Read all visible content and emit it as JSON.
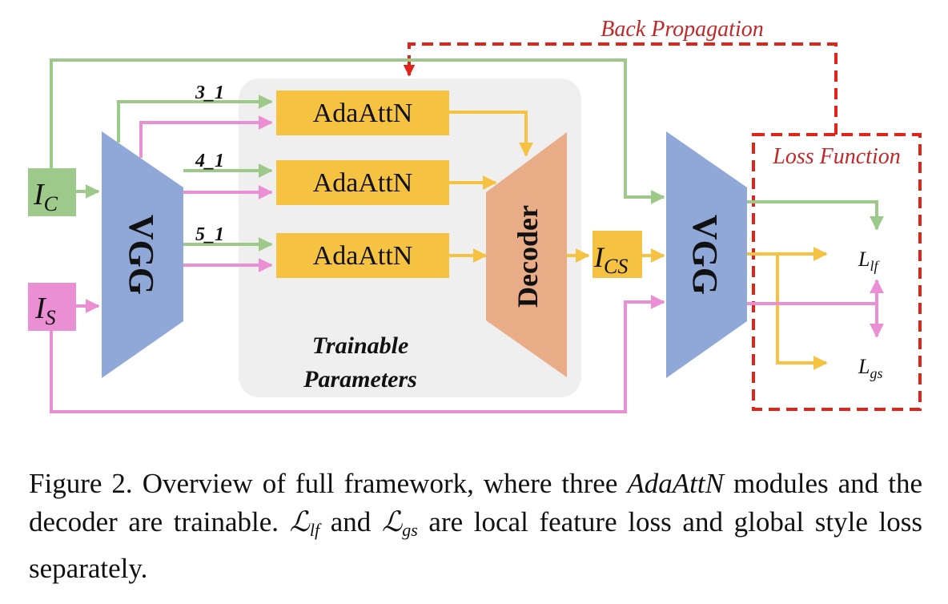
{
  "diagram": {
    "back_propagation_label": "Back Propagation",
    "loss_function_label": "Loss Function",
    "trainable_label_line1": "Trainable",
    "trainable_label_line2": "Parameters",
    "vgg_label": "VGG",
    "decoder_label": "Decoder",
    "adaattn_label": "AdaAttN",
    "layer_labels": [
      "3_1",
      "4_1",
      "5_1"
    ],
    "ic_main": "I",
    "ic_sub": "C",
    "is_main": "I",
    "is_sub": "S",
    "ics_main": "I",
    "ics_sub": "CS",
    "llf_main": "L",
    "llf_sub": "lf",
    "lgs_main": "L",
    "lgs_sub": "gs"
  },
  "caption": {
    "part1": "Figure 2. Overview of full framework, where three ",
    "italic_term": "AdaAttN",
    "part2": " modules and the decoder are trainable. ",
    "lf_symbol": "ℒ",
    "lf_sub": "lf",
    "part3": " and ",
    "gs_symbol": "ℒ",
    "gs_sub": "gs",
    "part4": " are local feature loss and global style loss separately."
  },
  "colors": {
    "green": "#9dc98a",
    "pink": "#ea8fd3",
    "yellow": "#f5c242",
    "red": "#e2231a",
    "vgg_blue": "#8fa8d8",
    "decoder_orange": "#e8ad87",
    "trainable_bg": "#efefef"
  }
}
